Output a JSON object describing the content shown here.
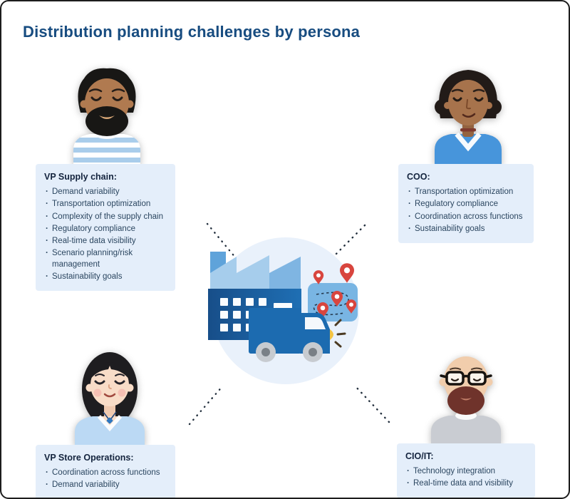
{
  "title": "Distribution planning challenges by persona",
  "colors": {
    "title_text": "#174C80",
    "card_background": "#E4EEFA",
    "card_title_text": "#14243E",
    "card_body_text": "#2B4660",
    "illustration_circle": "#E9F1FB",
    "factory_blue": "#1C6BB0",
    "roof_light_blue": "#A6CDEC",
    "map_blue": "#79B5E3",
    "pin_red": "#D8453E",
    "headlight_yellow": "#F4C443",
    "connector_dots": "#222F3D"
  },
  "center_illustration": {
    "description": "Factory with delivery truck and route map with location pins",
    "icons": [
      "factory-icon",
      "delivery-truck-icon",
      "route-map-icon",
      "location-pin-icon",
      "headlight-flash-icon"
    ]
  },
  "personas": [
    {
      "id": "vp-supply-chain",
      "title": "VP Supply chain:",
      "avatar": "man with dark curly hair, beard, blue striped shirt",
      "challenges": [
        "Demand variability",
        "Transportation optimization",
        "Complexity of the supply chain",
        "Regulatory compliance",
        "Real-time data visibility",
        "Scenario planning/risk management",
        "Sustainability goals"
      ]
    },
    {
      "id": "coo",
      "title": "COO:",
      "avatar": "person with dark curly hair, blue shirt with white collar",
      "challenges": [
        "Transportation optimization",
        "Regulatory compliance",
        "Coordination across functions",
        "Sustainability goals"
      ]
    },
    {
      "id": "vp-store-operations",
      "title": "VP Store Operations:",
      "avatar": "woman with black hair, light blue top, pendant necklace",
      "challenges": [
        "Coordination across functions",
        "Demand variability"
      ]
    },
    {
      "id": "cio-it",
      "title": "CIO/IT:",
      "avatar": "bald man with glasses, auburn beard, gray sweater",
      "challenges": [
        "Technology integration",
        "Real-time data and visibility"
      ]
    }
  ]
}
